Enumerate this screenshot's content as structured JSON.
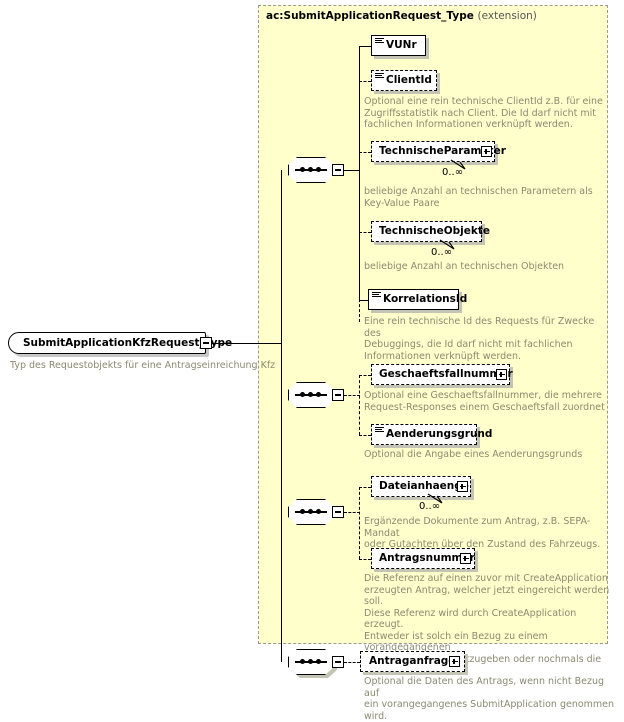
{
  "diagram": {
    "kind": "xml-schema-element-diagram",
    "root": {
      "name": "SubmitApplicationKfzRequest_Type",
      "annotation": "Typ des Requestobjekts für eine Antragseinreichung Kfz",
      "collapse_icon": "minus-icon"
    },
    "extension": {
      "title": "ac:SubmitApplicationRequest_Type",
      "kind": "(extension)",
      "background": "#ffffcc",
      "border": "#999999"
    },
    "groups": [
      {
        "id": "sequence-1",
        "connector": "sequence-connector",
        "children": [
          {
            "name": "VUNr",
            "optional": false,
            "expandable": false,
            "simple_type": true,
            "cardinality": "",
            "annotation": ""
          },
          {
            "name": "ClientId",
            "optional": true,
            "expandable": false,
            "simple_type": true,
            "cardinality": "",
            "annotation": "Optional eine rein technische ClientId z.B. für eine\nZugriffsstatistik nach Client. Die Id darf nicht mit\nfachlichen Informationen verknüpft werden."
          },
          {
            "name": "TechnischeParameter",
            "optional": true,
            "expandable": true,
            "simple_type": false,
            "cardinality": "0..∞",
            "annotation": "beliebige Anzahl an technischen Parametern als\nKey-Value Paare"
          },
          {
            "name": "TechnischeObjekte",
            "optional": true,
            "expandable": false,
            "simple_type": false,
            "cardinality": "0..∞",
            "annotation": "beliebige Anzahl an technischen Objekten"
          },
          {
            "name": "KorrelationsId",
            "optional": false,
            "expandable": false,
            "simple_type": true,
            "cardinality": "",
            "annotation": "Eine rein technische Id des Requests für Zwecke des\nDebuggings, die Id darf nicht mit fachlichen\nInformationen verknüpft werden."
          }
        ]
      },
      {
        "id": "sequence-2",
        "connector": "sequence-connector",
        "children": [
          {
            "name": "Geschaeftsfallnummer",
            "optional": true,
            "expandable": true,
            "simple_type": false,
            "cardinality": "",
            "annotation": "Optional eine Geschaeftsfallnummer, die mehrere\nRequest-Responses einem Geschaeftsfall zuordnet"
          },
          {
            "name": "Aenderungsgrund",
            "optional": true,
            "expandable": false,
            "simple_type": true,
            "cardinality": "",
            "annotation": "Optional die Angabe eines Aenderungsgrunds"
          }
        ]
      },
      {
        "id": "sequence-3",
        "connector": "sequence-connector",
        "children": [
          {
            "name": "Dateianhaenge",
            "optional": true,
            "expandable": true,
            "simple_type": false,
            "cardinality": "0..∞",
            "annotation": "Ergänzende Dokumente zum Antrag, z.B. SEPA-Mandat\noder Gutachten über den Zustand des Fahrzeugs."
          },
          {
            "name": "Antragsnummer",
            "optional": true,
            "expandable": true,
            "simple_type": false,
            "cardinality": "",
            "annotation": "Die Referenz auf einen zuvor mit CreateApplication\nerzeugten Antrag, welcher jetzt eingereicht werden soll.\nDiese Referenz wird durch CreateApplication erzeugt.\nEntweder ist solch ein Bezug zu einem vorangegangenen\nSubmitApplication mitzugeben oder nochmals die Daten."
          }
        ]
      },
      {
        "id": "sequence-4",
        "connector": "sequence-connector",
        "children": [
          {
            "name": "Antraganfrage",
            "optional": true,
            "expandable": true,
            "simple_type": false,
            "cardinality": "",
            "annotation": "Optional die Daten des Antrags, wenn nicht Bezug auf\nein vorangegangenes SubmitApplication genommen\nwird."
          }
        ]
      }
    ]
  }
}
